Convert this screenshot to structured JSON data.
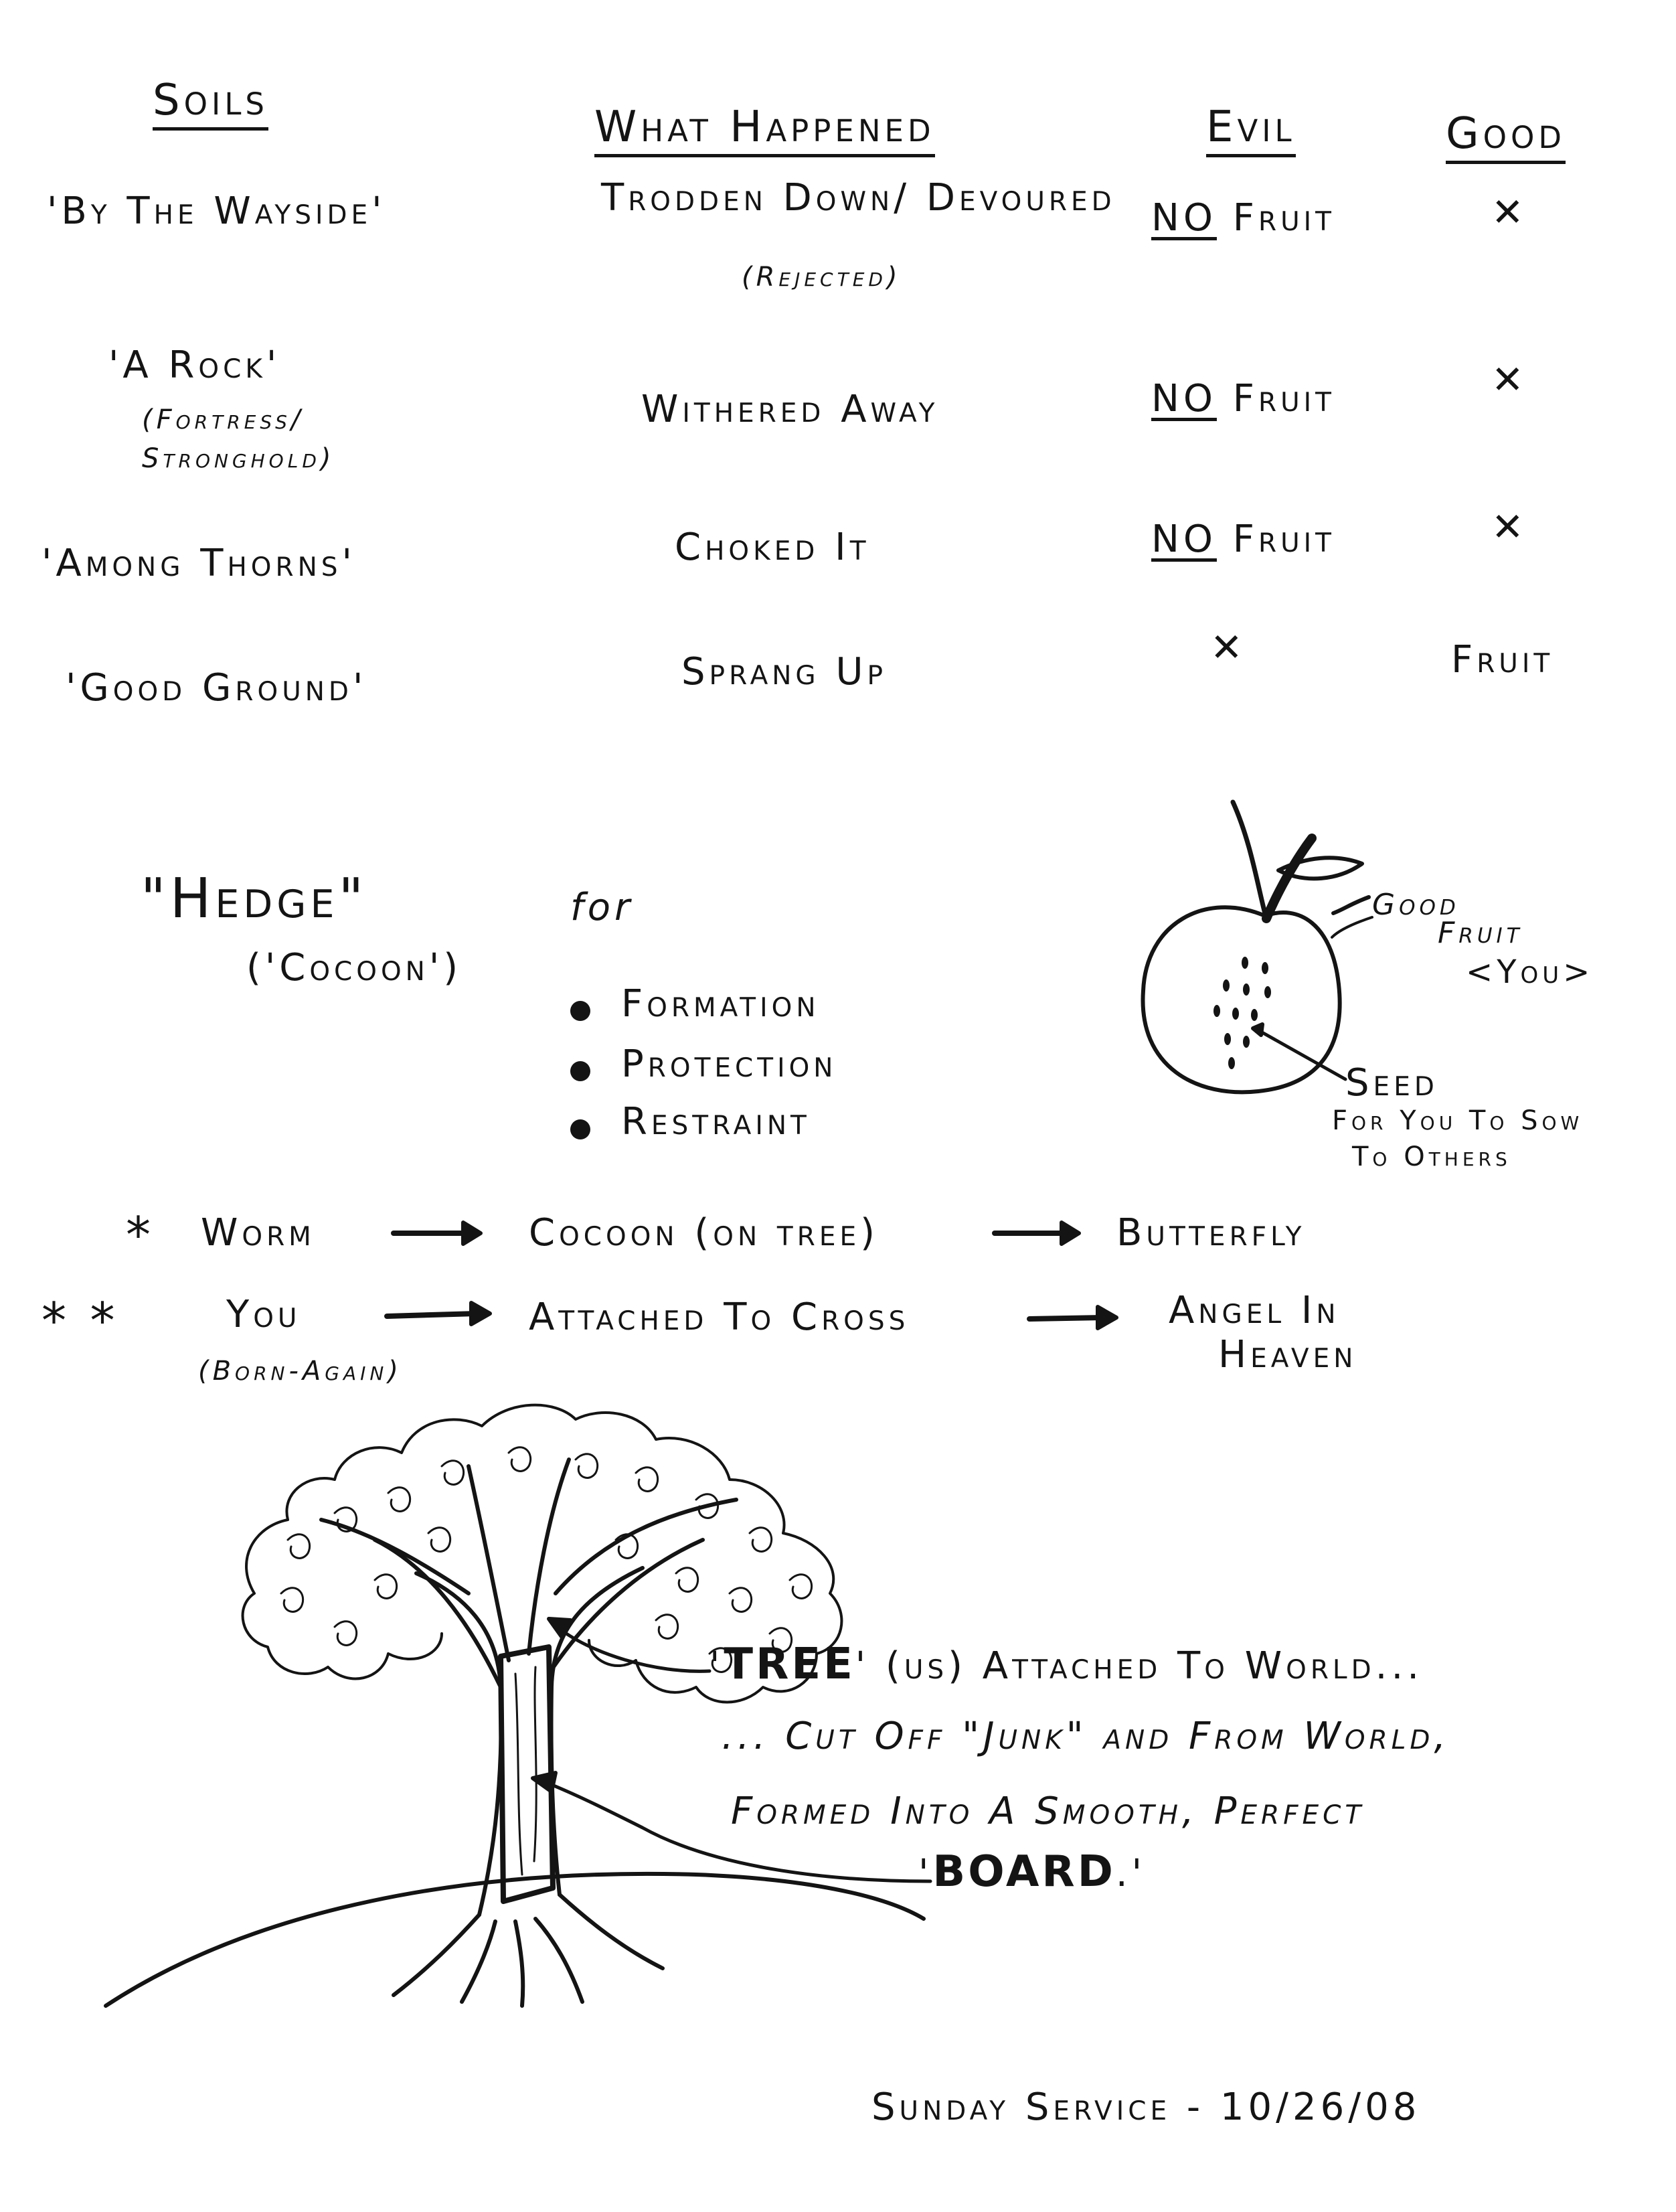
{
  "table": {
    "headers": [
      "Soils",
      "What Happened",
      "Evil",
      "Good"
    ],
    "rows": [
      {
        "soil": "'By The Wayside'",
        "soil_note": "",
        "happened": "Trodden Down/ Devoured",
        "happened_note": "(Rejected)",
        "evil": "NO Fruit",
        "good": "✕"
      },
      {
        "soil": "'A Rock'",
        "soil_note": "(Fortress/ Stronghold)",
        "happened": "Withered Away",
        "happened_note": "",
        "evil": "NO Fruit",
        "good": "✕"
      },
      {
        "soil": "'Among Thorns'",
        "soil_note": "",
        "happened": "Choked It",
        "happened_note": "",
        "evil": "NO Fruit",
        "good": "✕"
      },
      {
        "soil": "'Good Ground'",
        "soil_note": "",
        "happened": "Sprang Up",
        "happened_note": "",
        "evil": "✕",
        "good": "Fruit"
      }
    ]
  },
  "hedge": {
    "title": "\"Hedge\"",
    "subtitle": "('Cocoon')",
    "for_label": "for",
    "items": [
      "Formation",
      "Protection",
      "Restraint"
    ]
  },
  "fruit_drawing": {
    "good_fruit_label": "Good",
    "good_fruit_label2": "Fruit",
    "you_label": "<You>",
    "seed_label": "Seed",
    "seed_note_line1": "For You To Sow",
    "seed_note_line2": "To Others"
  },
  "sequences": [
    {
      "marker": "*",
      "a": "Worm",
      "a_note": "",
      "b": "Cocoon (on tree)",
      "c": "Butterfly",
      "c2": ""
    },
    {
      "marker": "* *",
      "a": "You",
      "a_note": "(Born-Again)",
      "b": "Attached To Cross",
      "c": "Angel In",
      "c2": "Heaven"
    }
  ],
  "tree_caption": {
    "line1_quote_open": "'",
    "line1_bold": "TREE",
    "line1_rest": "' (us) Attached To World...",
    "line2": "... Cut Off \"Junk\" and From World,",
    "line3": "Formed Into A Smooth, Perfect",
    "line4_quote_open": "'",
    "line4_bold": "BOARD",
    "line4_end": ".'"
  },
  "footer": "Sunday Service - 10/26/08"
}
